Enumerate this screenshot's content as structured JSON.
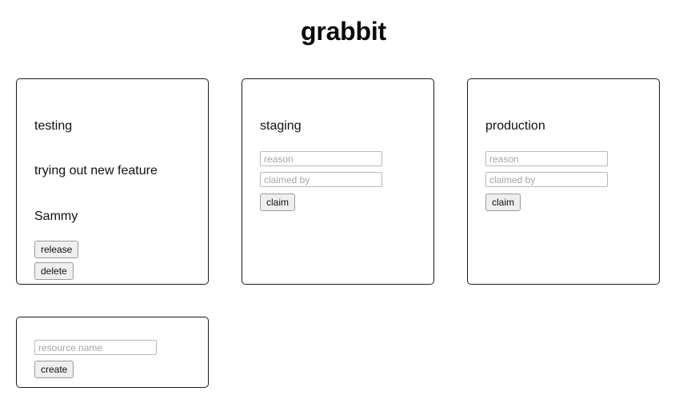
{
  "app": {
    "title": "grabbit",
    "background_color": "#ffffff",
    "card_border_color": "#1b1b1b",
    "button_background_color": "#efefef",
    "placeholder_color": "#a6a6a6"
  },
  "resources": [
    {
      "name": "testing",
      "state": "claimed",
      "reason": "trying out new feature",
      "claimed_by": "Sammy",
      "release_label": "release",
      "delete_label": "delete"
    },
    {
      "name": "staging",
      "state": "available",
      "reason_placeholder": "reason",
      "claimed_by_placeholder": "claimed by",
      "reason_value": "",
      "claimed_by_value": "",
      "claim_label": "claim"
    },
    {
      "name": "production",
      "state": "available",
      "reason_placeholder": "reason",
      "claimed_by_placeholder": "claimed by",
      "reason_value": "",
      "claimed_by_value": "",
      "claim_label": "claim"
    }
  ],
  "create": {
    "resource_name_placeholder": "resource name",
    "resource_name_value": "",
    "create_label": "create"
  }
}
